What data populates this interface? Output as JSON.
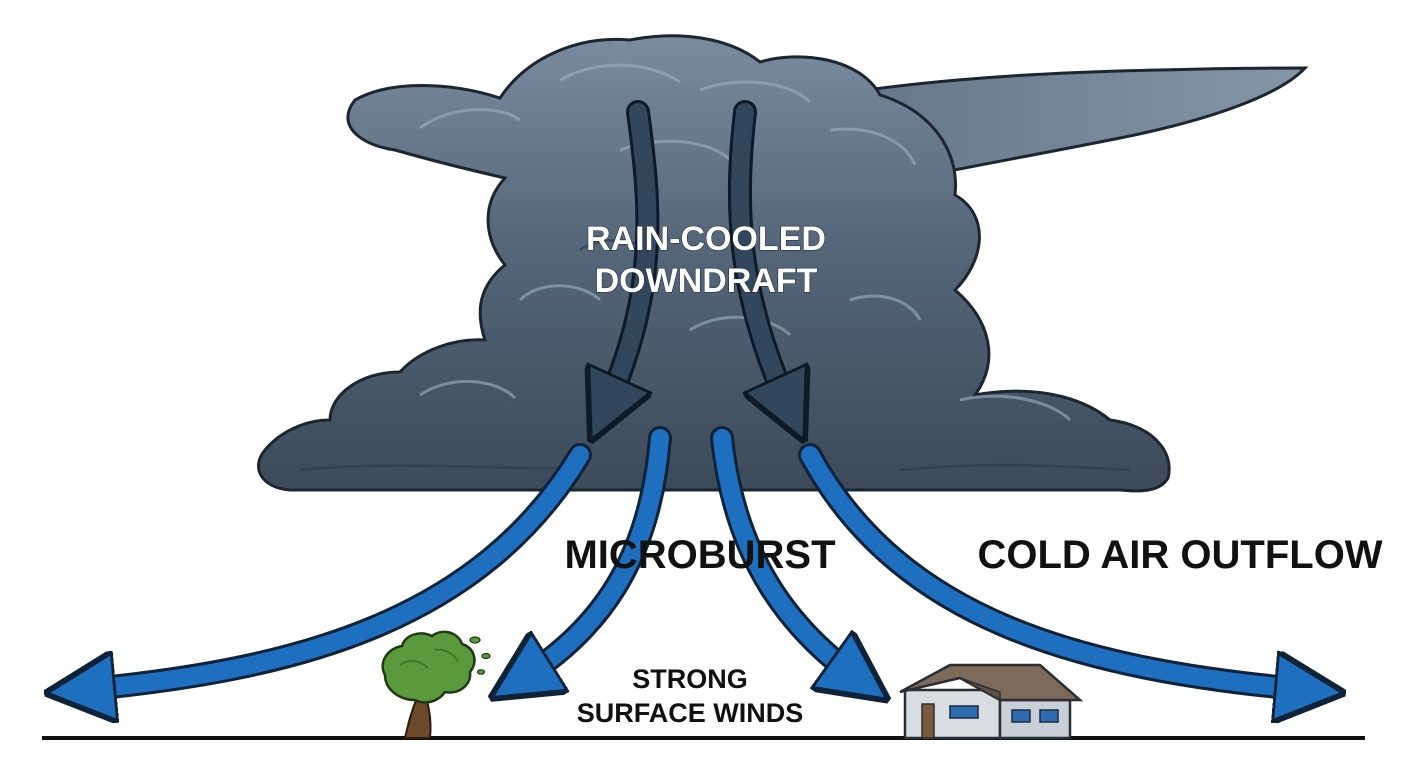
{
  "labels": {
    "downdraft_line1": "RAIN-COOLED",
    "downdraft_line2": "DOWNDRAFT",
    "microburst": "MICROBURST",
    "outflow": "COLD AIR OUTFLOW",
    "surface_line1": "STRONG",
    "surface_line2": "SURFACE WINDS"
  },
  "colors": {
    "cloud_dark": "#4a5a6c",
    "cloud_light": "#6f8196",
    "cloud_outline": "#1c2530",
    "downdraft_arrow": "#33475c",
    "outflow_arrow": "#1f6fc1",
    "arrow_outline": "#0e2238",
    "ground": "#111111",
    "tree_foliage": "#5a9a3c",
    "tree_trunk": "#6b4a2b",
    "house_wall": "#d8dde2",
    "house_roof": "#7d6a5b",
    "house_window": "#2f6bb0"
  },
  "icons": [
    "tree-icon",
    "house-icon"
  ]
}
